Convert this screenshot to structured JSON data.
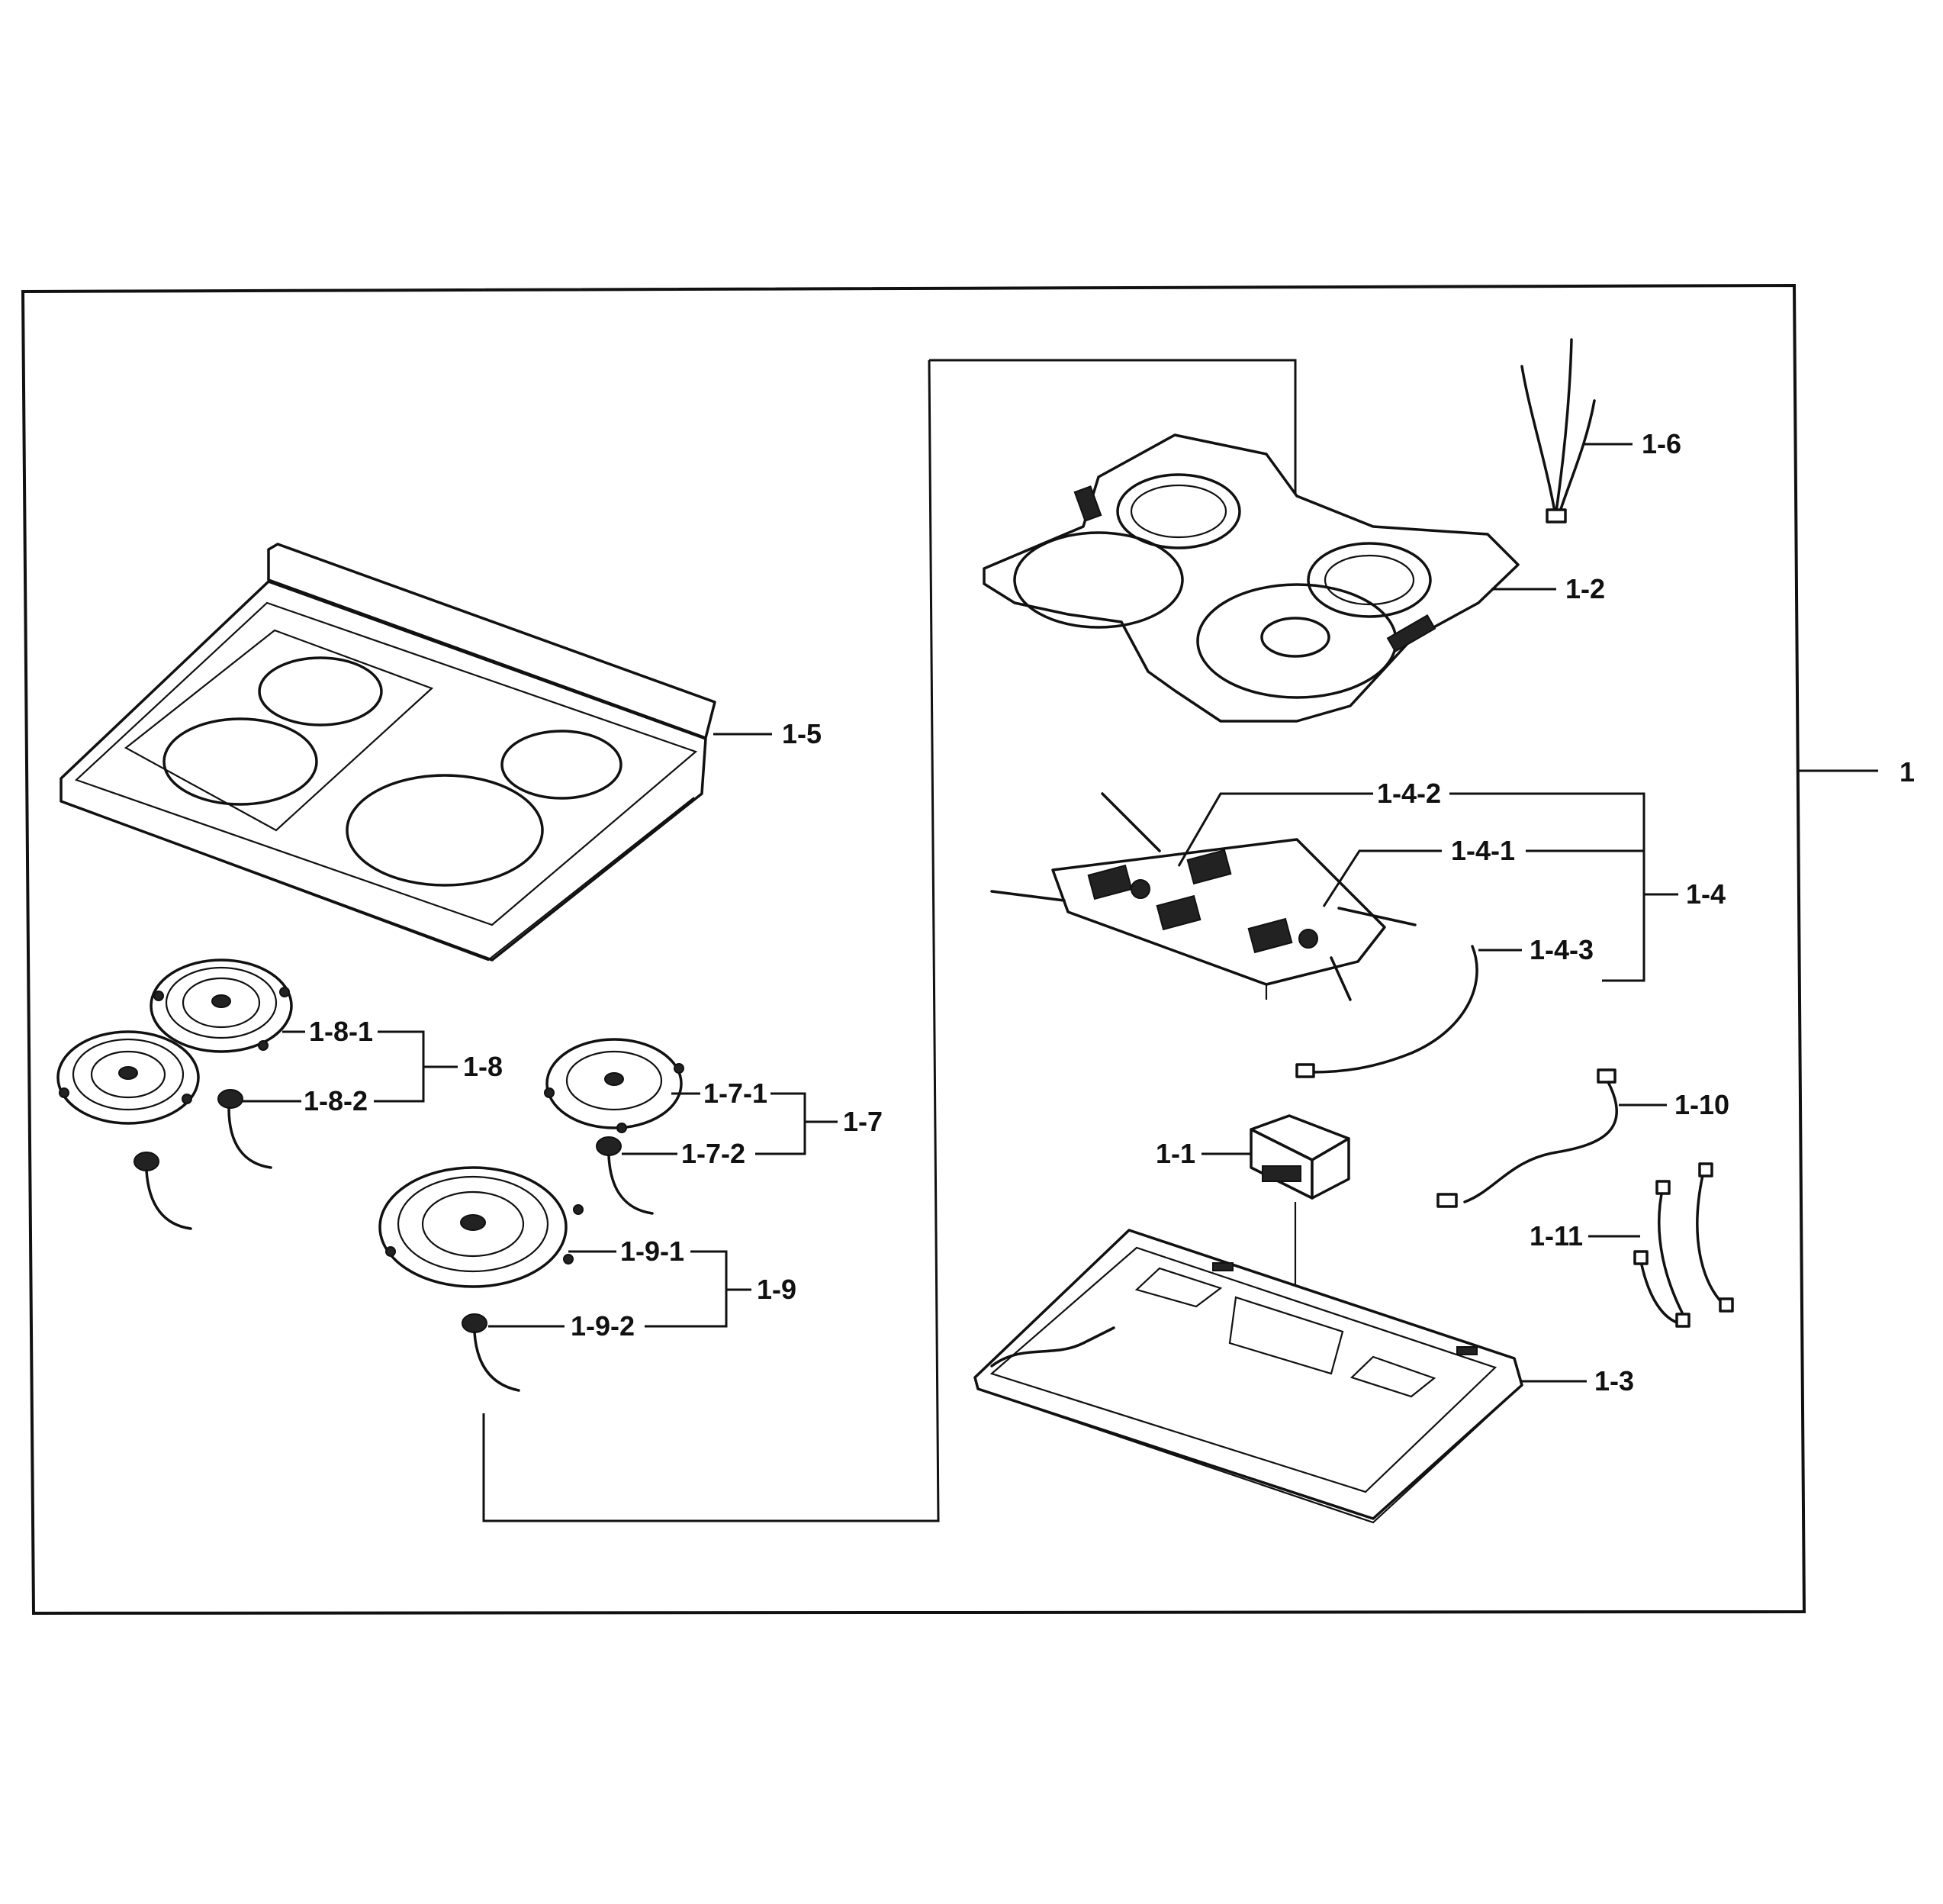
{
  "labels": {
    "assembly": "1",
    "pcb_box": "1-1",
    "cover": "1-2",
    "base": "1-3",
    "board": "1-4",
    "board_1": "1-4-1",
    "board_2": "1-4-2",
    "board_3": "1-4-3",
    "cooktop": "1-5",
    "harness_6": "1-6",
    "burner_7": "1-7",
    "burner_7_1": "1-7-1",
    "burner_7_2": "1-7-2",
    "burner_8": "1-8",
    "burner_8_1": "1-8-1",
    "burner_8_2": "1-8-2",
    "burner_9": "1-9",
    "burner_9_1": "1-9-1",
    "burner_9_2": "1-9-2",
    "harness_10": "1-10",
    "harness_11": "1-11"
  }
}
